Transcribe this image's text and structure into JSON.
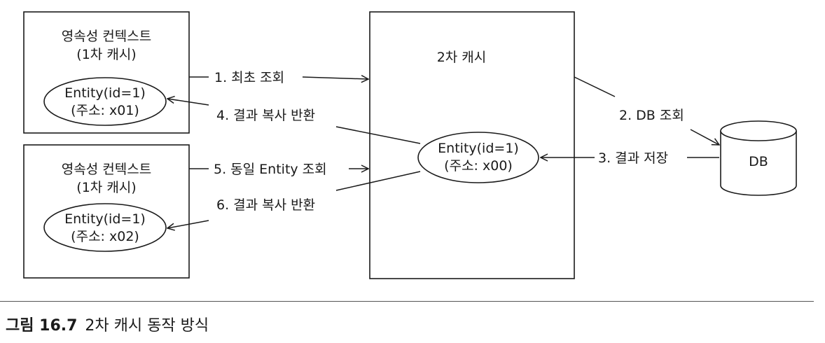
{
  "diagram": {
    "l1_title_1": "영속성 컨텍스트",
    "l1_title_2": "(1차 캐시)",
    "l1_entity_1": "Entity(id=1)",
    "l1_entity_2": "(주소: x01)",
    "l1b_title_1": "영속성 컨텍스트",
    "l1b_title_2": "(1차 캐시)",
    "l1b_entity_1": "Entity(id=1)",
    "l1b_entity_2": "(주소: x02)",
    "l2_title": "2차 캐시",
    "l2_entity_1": "Entity(id=1)",
    "l2_entity_2": "(주소: x00)",
    "db_label": "DB",
    "step1": "1. 최초 조회",
    "step2": "2. DB 조회",
    "step3": "3. 결과 저장",
    "step4": "4. 결과 복사 반환",
    "step5": "5. 동일 Entity 조회",
    "step6": "6. 결과 복사 반환"
  },
  "caption": {
    "number": "그림 16.7",
    "text": "2차 캐시 동작 방식"
  }
}
